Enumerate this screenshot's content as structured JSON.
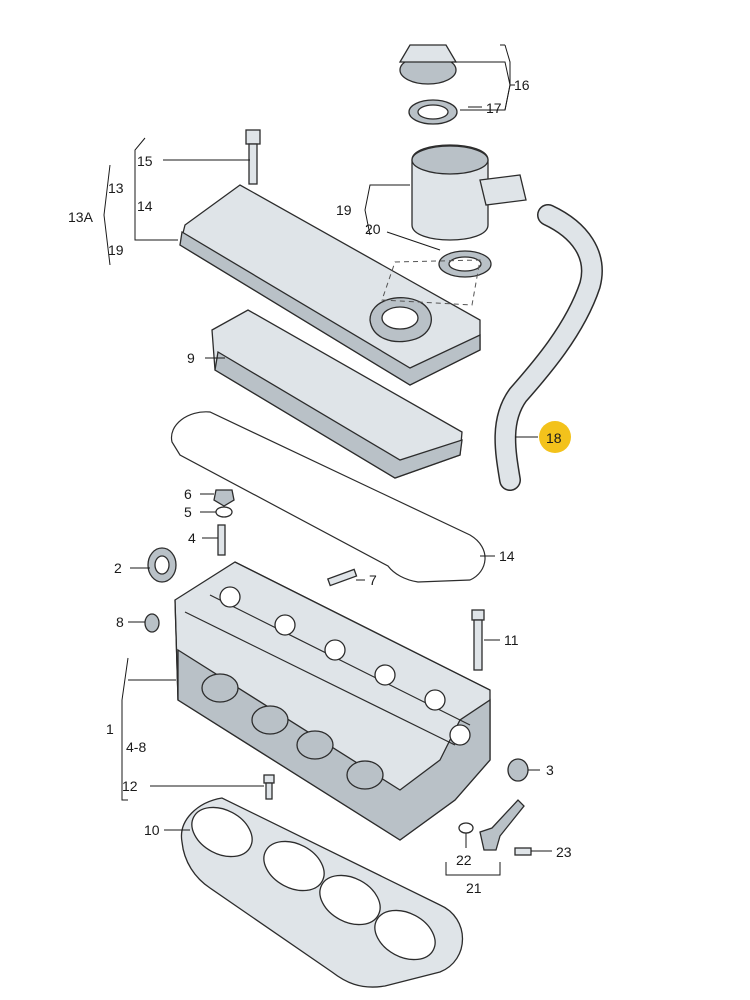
{
  "highlight_color": "#f3c21b",
  "callouts": {
    "c2": "2",
    "c3": "3",
    "c4": "4",
    "c5": "5",
    "c6": "6",
    "c7": "7",
    "c8": "8",
    "c9": "9",
    "c10": "10",
    "c11": "11",
    "c12": "12",
    "c13": "13",
    "c13a": "13A",
    "c14_top": "14",
    "c14_gasket": "14",
    "c15": "15",
    "c16": "16",
    "c17": "17",
    "c18": "18",
    "c19_left": "19",
    "c19_sep": "19",
    "c20": "20",
    "c21": "21",
    "c22": "22",
    "c23": "23",
    "c1": "1",
    "c4_8": "4-8"
  }
}
